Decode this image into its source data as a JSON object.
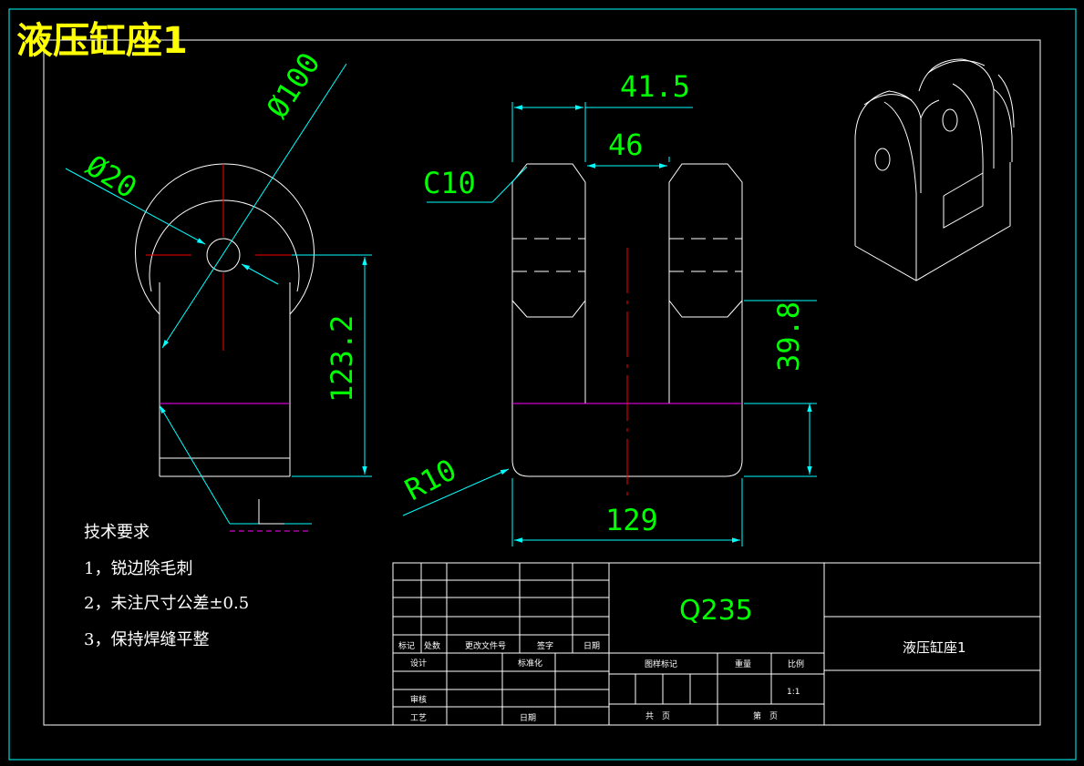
{
  "drawing": {
    "title": "液压缸座1",
    "dimensions": {
      "dia_100": "Ø100",
      "dia_20": "Ø20",
      "height_123": "123.2",
      "chamfer": "C10",
      "width_41_5": "41.5",
      "gap_46": "46",
      "height_39_8": "39.8",
      "radius": "R10",
      "width_129": "129"
    },
    "notes": {
      "heading": "技术要求",
      "items": [
        "1，锐边除毛刺",
        "2，未注尺寸公差±0.5",
        "3，保持焊缝平整"
      ]
    }
  },
  "title_block": {
    "material": "Q235",
    "part_name": "液压缸座1",
    "headers": [
      "标记",
      "处数",
      "更改文件号",
      "签字",
      "日期"
    ],
    "design": "设计",
    "standard": "标准化",
    "review": "审核",
    "process": "工艺",
    "date": "日期",
    "stage_mark": "图样标记",
    "weight": "重量",
    "scale_label": "比例",
    "scale_value": "1:1",
    "total_pages": "共　页",
    "page_no": "第　页"
  },
  "colors": {
    "background": "#000000",
    "border": "#ffffff",
    "dimension": "#00ffff",
    "dimension_text": "#00ff00",
    "centerline": "#ff0000",
    "weld_line": "#ff00ff",
    "title": "#ffff00"
  }
}
